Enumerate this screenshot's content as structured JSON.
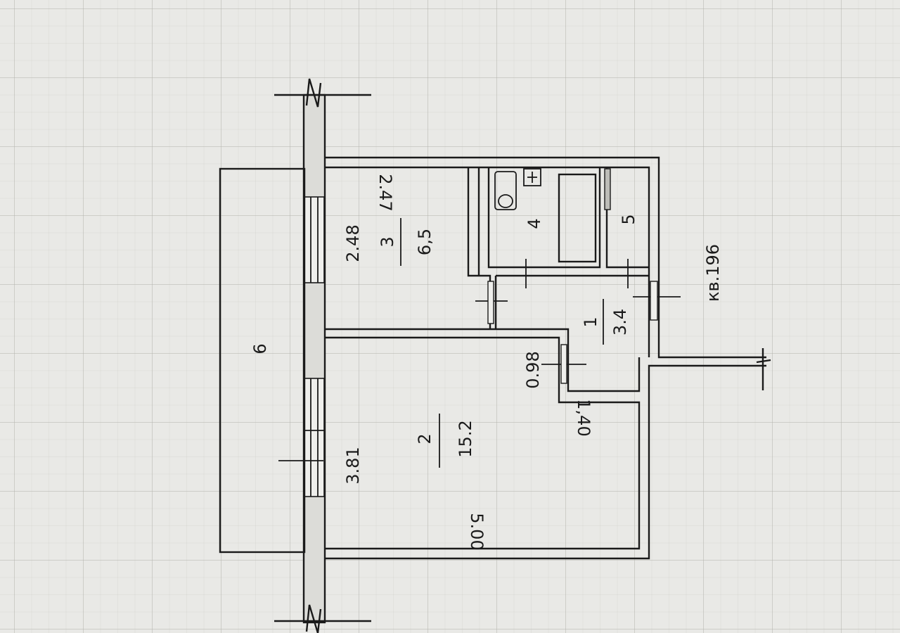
{
  "rooms": [
    {
      "number": "1",
      "area": "3.4"
    },
    {
      "number": "2",
      "area": "15.2"
    },
    {
      "number": "3",
      "area": "6,5"
    },
    {
      "number": "4"
    },
    {
      "number": "5"
    },
    {
      "number": "6"
    }
  ],
  "dimensions": {
    "d_2_47": "2.47",
    "d_2_48": "2.48",
    "d_3_81": "3.81",
    "d_0_98": "0.98",
    "d_1_40": "1,40",
    "d_5_00": "5.00"
  },
  "apartment_label": "кв.196"
}
